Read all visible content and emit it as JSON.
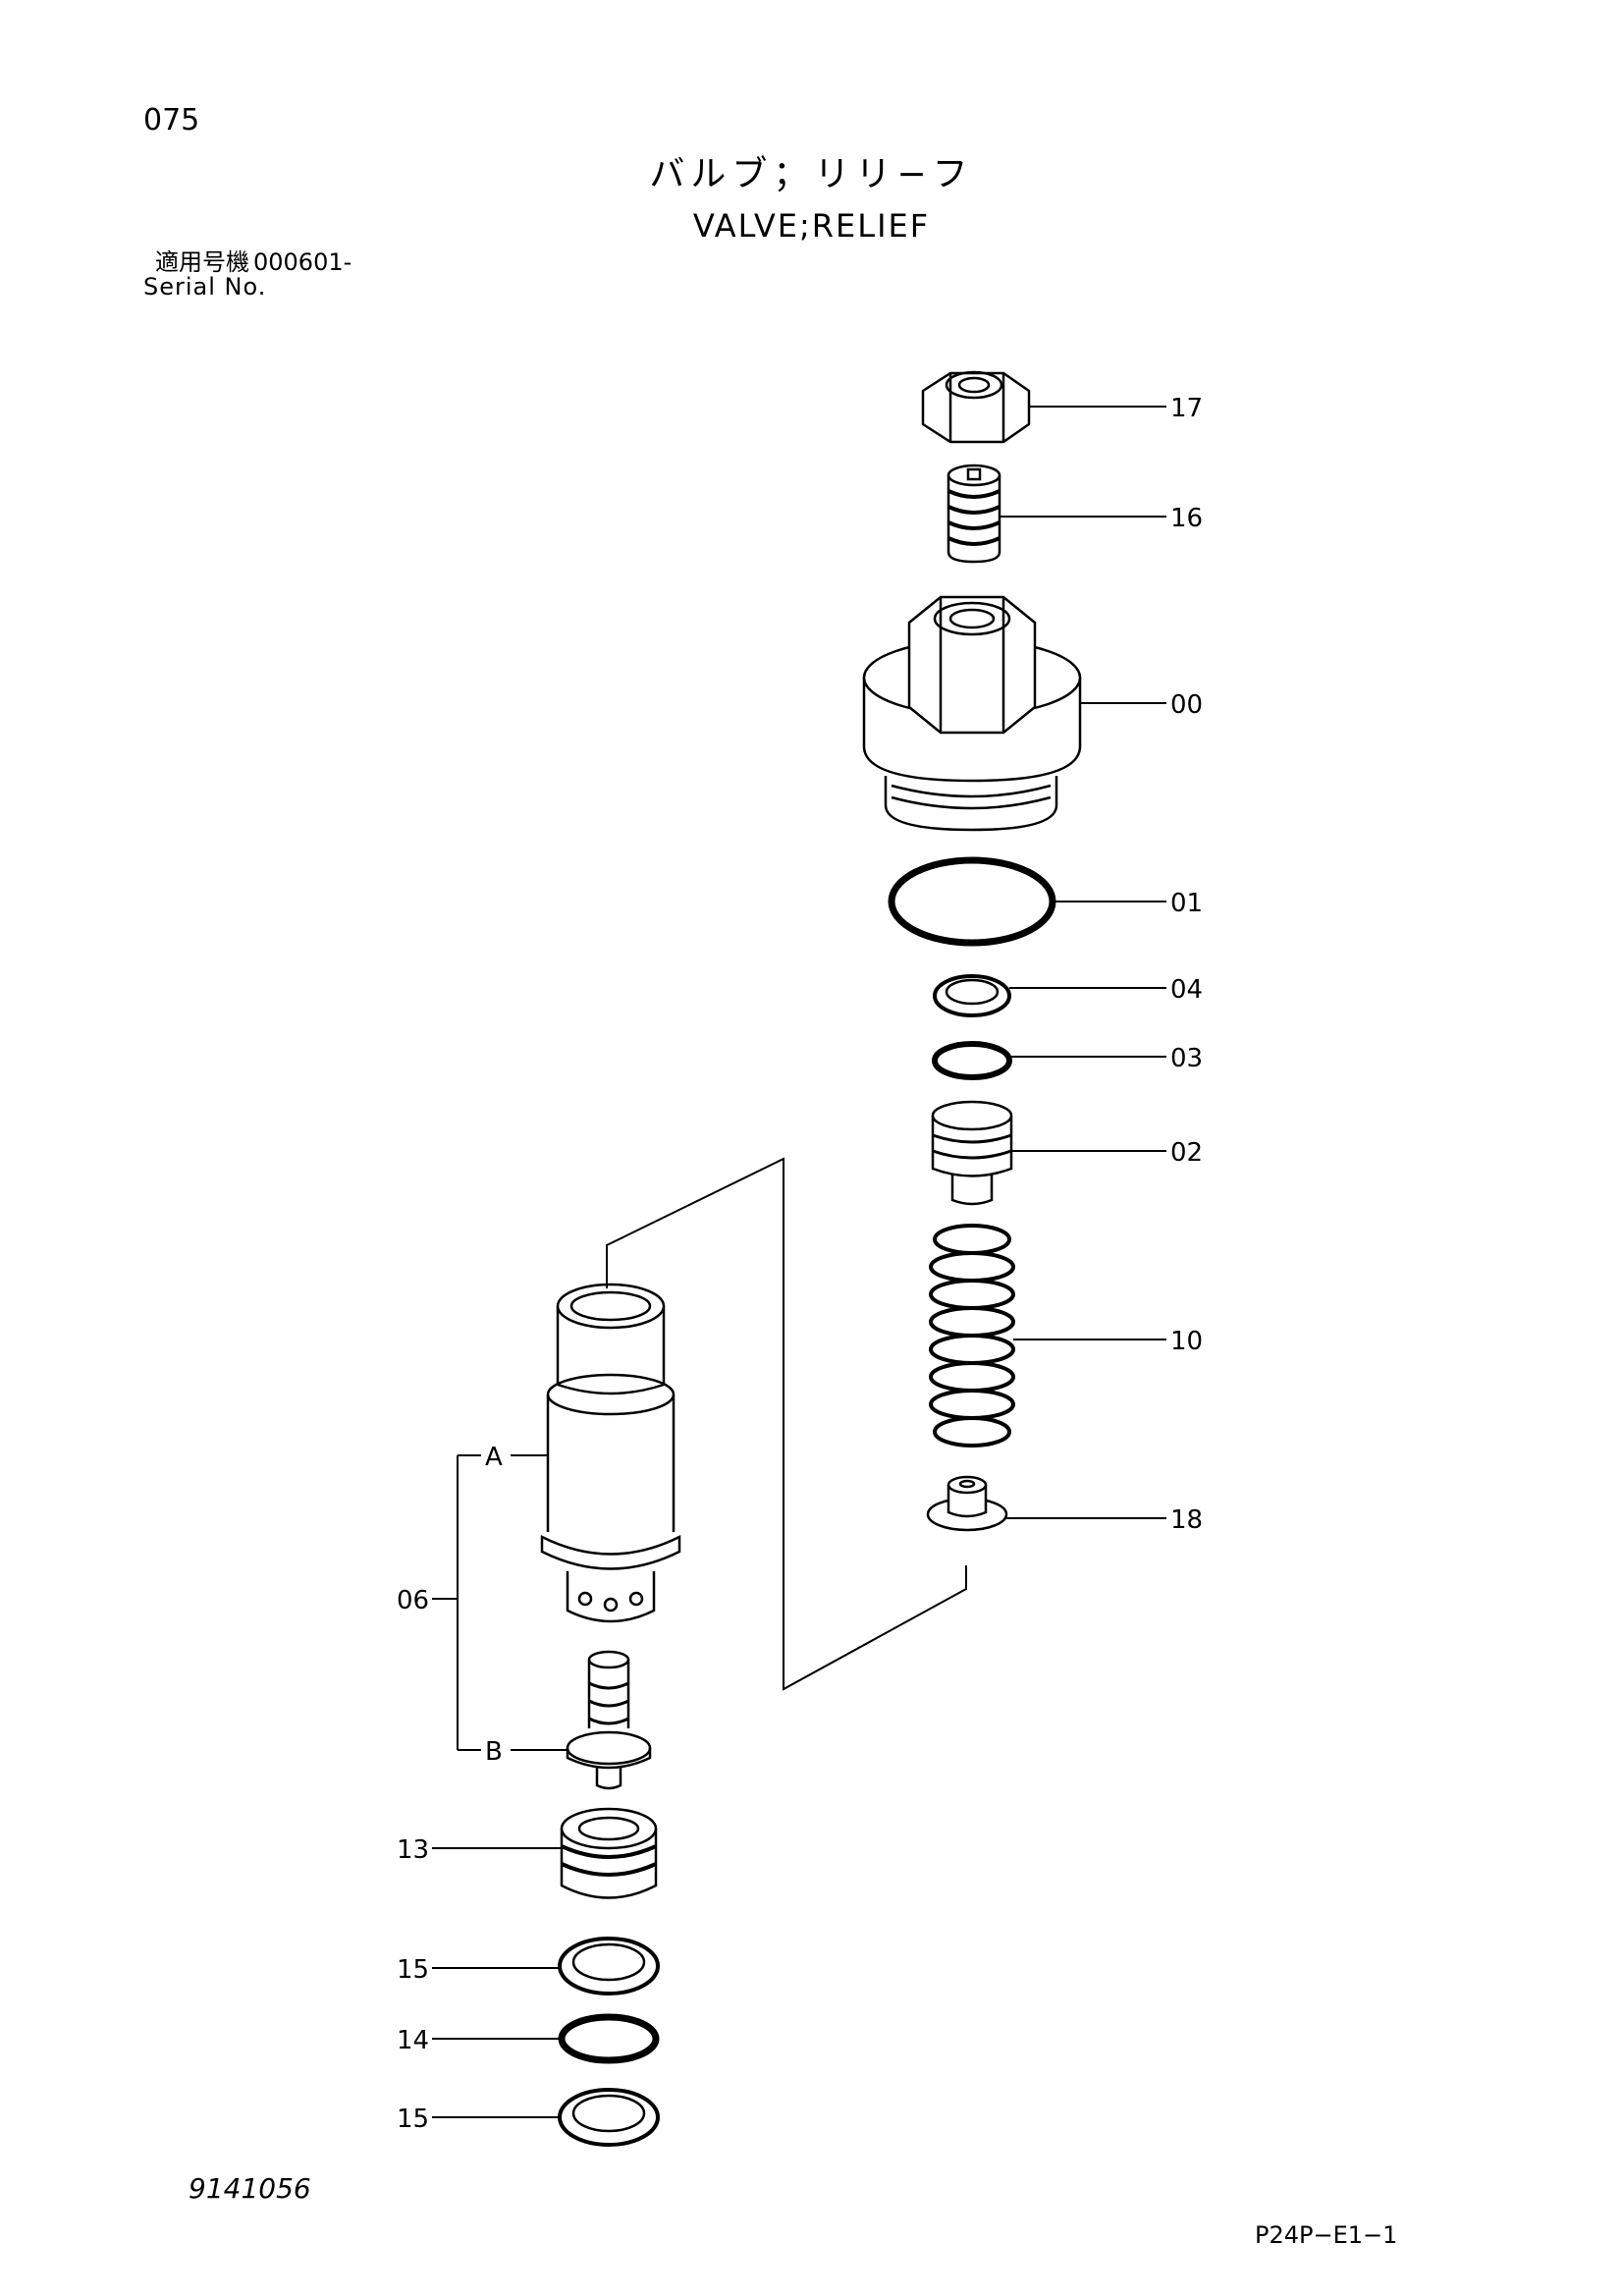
{
  "header": {
    "page_number": "075",
    "title_jp": "バルブ；リリ−フ",
    "title_en": "VALVE;RELIEF",
    "serial_label_jp": "適用号機",
    "serial_value": "000601-",
    "serial_label_en": "Serial No."
  },
  "parts": {
    "p17": "17",
    "p16": "16",
    "p00": "00",
    "p01": "01",
    "p04": "04",
    "p03": "03",
    "p02": "02",
    "p10": "10",
    "p18": "18",
    "p06": "06",
    "sub_a": "A",
    "sub_b": "B",
    "p13": "13",
    "p15_top": "15",
    "p14": "14",
    "p15_bottom": "15"
  },
  "footer": {
    "doc_number": "9141056",
    "code": "P24P−E1−1"
  }
}
